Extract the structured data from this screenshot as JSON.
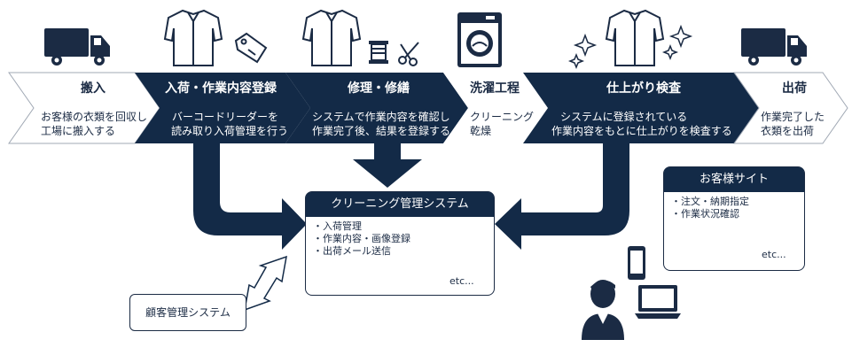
{
  "colors": {
    "navy": "#132a47",
    "ink": "#1b2b44",
    "light_fill": "#ffffff"
  },
  "steps": [
    {
      "title": "搬入",
      "desc": [
        "お客様の衣類を回収し",
        "工場に搬入する"
      ],
      "icon": "truck-icon",
      "style": "light"
    },
    {
      "title": "入荷・作業内容登録",
      "desc": [
        "バーコードリーダーを",
        "読み取り入荷管理を行う"
      ],
      "icon": "shirt-tag-icon",
      "style": "dark"
    },
    {
      "title": "修理・修繕",
      "desc": [
        "システムで作業内容を確認し",
        "作業完了後、結果を登録する"
      ],
      "icon": "shirt-sewing-icon",
      "style": "dark"
    },
    {
      "title": "洗濯工程",
      "desc": [
        "クリーニング",
        "乾燥"
      ],
      "icon": "washing-machine-icon",
      "style": "light"
    },
    {
      "title": "仕上がり検査",
      "desc": [
        "システムに登録されている",
        "作業内容をもとに仕上がりを検査する"
      ],
      "icon": "sparkle-shirt-icon",
      "style": "dark"
    },
    {
      "title": "出荷",
      "desc": [
        "作業完了した",
        "衣類を出荷"
      ],
      "icon": "truck-icon",
      "style": "light"
    }
  ],
  "system_box": {
    "title": "クリーニング管理システム",
    "items": [
      "・入荷管理",
      "・作業内容・画像登録",
      "・出荷メール送信"
    ],
    "etc": "etc..."
  },
  "customer_site": {
    "title": "お客様サイト",
    "items": [
      "・注文・納期指定",
      "・作業状況確認"
    ],
    "etc": "etc..."
  },
  "crm_box": {
    "title": "顧客管理システム"
  },
  "icons": [
    "truck-icon",
    "shirt-icon",
    "tag-icon",
    "thread-spool-icon",
    "scissors-icon",
    "washing-machine-icon",
    "sparkle-icon",
    "smartphone-icon",
    "laptop-icon",
    "person-icon",
    "double-arrow-icon"
  ]
}
